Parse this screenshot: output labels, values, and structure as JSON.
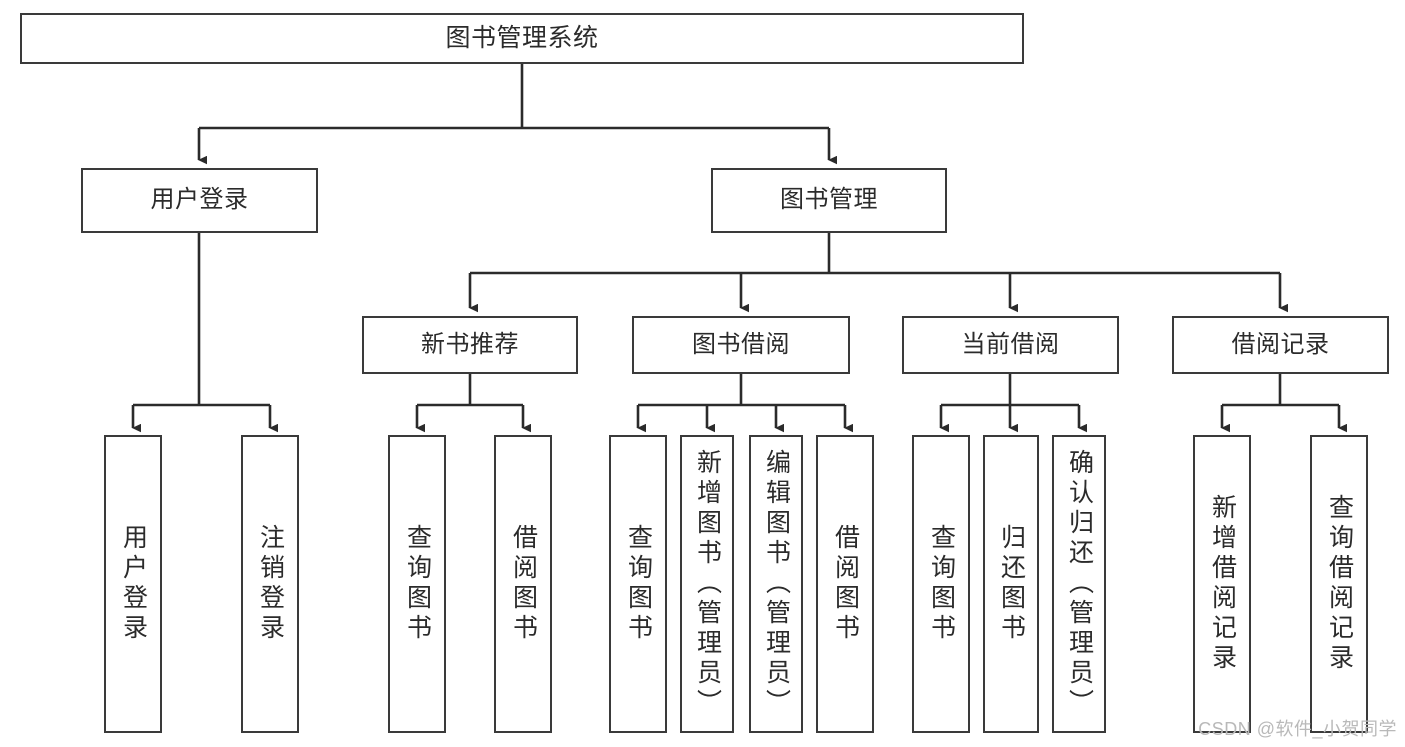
{
  "diagram": {
    "type": "tree",
    "title": "图书管理系统",
    "orientation": "top-down",
    "colors": {
      "box_border": "#3a3a3a",
      "box_fill": "#ffffff",
      "connector": "#2b2b2b",
      "text": "#2b2b2b",
      "watermark": "#b9b9b9",
      "background": "#ffffff"
    },
    "root": {
      "label": "图书管理系统"
    },
    "level2": [
      {
        "label": "用户登录"
      },
      {
        "label": "图书管理"
      }
    ],
    "level3": [
      {
        "label": "新书推荐"
      },
      {
        "label": "图书借阅"
      },
      {
        "label": "当前借阅"
      },
      {
        "label": "借阅记录"
      }
    ],
    "leaves": {
      "user_login": [
        {
          "label": "用户登录"
        },
        {
          "label": "注销登录"
        }
      ],
      "new_book_recommend": [
        {
          "label": "查询图书"
        },
        {
          "label": "借阅图书"
        }
      ],
      "book_borrow": [
        {
          "label": "查询图书"
        },
        {
          "label": "新增图书（管理员）"
        },
        {
          "label": "编辑图书（管理员）"
        },
        {
          "label": "借阅图书"
        }
      ],
      "current_borrow": [
        {
          "label": "查询图书"
        },
        {
          "label": "归还图书"
        },
        {
          "label": "确认归还（管理员）"
        }
      ],
      "borrow_record": [
        {
          "label": "新增借阅记录"
        },
        {
          "label": "查询借阅记录"
        }
      ]
    }
  },
  "watermark": {
    "text": "CSDN @软件_小贺同学"
  }
}
